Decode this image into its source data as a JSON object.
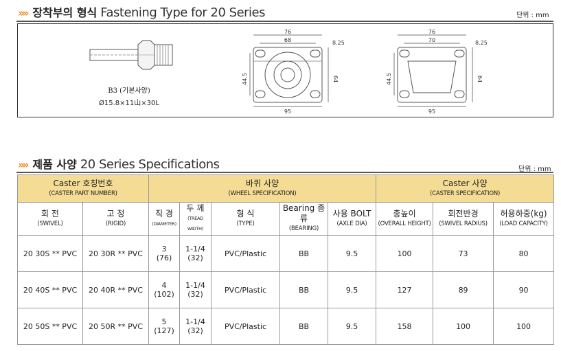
{
  "section1": {
    "chevrons": "»»",
    "title_kr": "장착부의 형식",
    "title_en": "Fastening Type for 20 Series",
    "unit": "단위 : mm"
  },
  "diagram": {
    "bolt_label": "B3 (기본사양)",
    "bolt_spec": "Ø15.8×11山×30L",
    "plate1": {
      "w1": "76",
      "w2": "68",
      "t": "8.25",
      "h1": "44.5",
      "h2": "64",
      "w3": "95"
    },
    "plate2": {
      "w1": "76",
      "w2": "70",
      "t": "8.25",
      "h1": "44.5",
      "h2": "64",
      "w3": "95"
    }
  },
  "section2": {
    "chevrons": "»»",
    "title_kr": "제품 사양",
    "title_en": "20 Series Specifications",
    "unit": "단위 : mm"
  },
  "table": {
    "groups": [
      {
        "kr": "Caster 호칭번호",
        "en": "(CASTER PART NUMBER)"
      },
      {
        "kr": "바퀴 사양",
        "en": "(WHEEL SPECIFICATION)"
      },
      {
        "kr": "Caster 사양",
        "en": "(CASTER SPECIFICATION)"
      }
    ],
    "columns": [
      {
        "kr": "회 전",
        "en": "(SWIVEL)"
      },
      {
        "kr": "고 정",
        "en": "(RIGID)"
      },
      {
        "kr": "직 경",
        "en": "(DIAMETER)"
      },
      {
        "kr": "두 께",
        "en": "(TREAD WIDTH)"
      },
      {
        "kr": "형 식",
        "en": "(TYPE)"
      },
      {
        "kr": "Bearing 종류",
        "en": "(BEARING)"
      },
      {
        "kr": "사용 BOLT",
        "en": "(AXLE DIA)"
      },
      {
        "kr": "총높이",
        "en": "(OVERALL HEIGHT)"
      },
      {
        "kr": "회전반경",
        "en": "(SWIVEL RADIUS)"
      },
      {
        "kr": "허용하중(kg)",
        "en": "(LOAD CAPACITY)"
      }
    ],
    "rows": [
      {
        "swivel": "20 30S ** PVC",
        "rigid": "20 30R ** PVC",
        "dia1": "3",
        "dia2": "(76)",
        "tw1": "1-1/4",
        "tw2": "(32)",
        "type": "PVC/Plastic",
        "bearing": "BB",
        "axle": "9.5",
        "height": "100",
        "radius": "73",
        "load": "80"
      },
      {
        "swivel": "20 40S ** PVC",
        "rigid": "20 40R ** PVC",
        "dia1": "4",
        "dia2": "(102)",
        "tw1": "1-1/4",
        "tw2": "(32)",
        "type": "PVC/Plastic",
        "bearing": "BB",
        "axle": "9.5",
        "height": "127",
        "radius": "89",
        "load": "90"
      },
      {
        "swivel": "20 50S ** PVC",
        "rigid": "20 50R ** PVC",
        "dia1": "5",
        "dia2": "(127)",
        "tw1": "1-1/4",
        "tw2": "(32)",
        "type": "PVC/Plastic",
        "bearing": "BB",
        "axle": "9.5",
        "height": "158",
        "radius": "100",
        "load": "100"
      }
    ]
  }
}
